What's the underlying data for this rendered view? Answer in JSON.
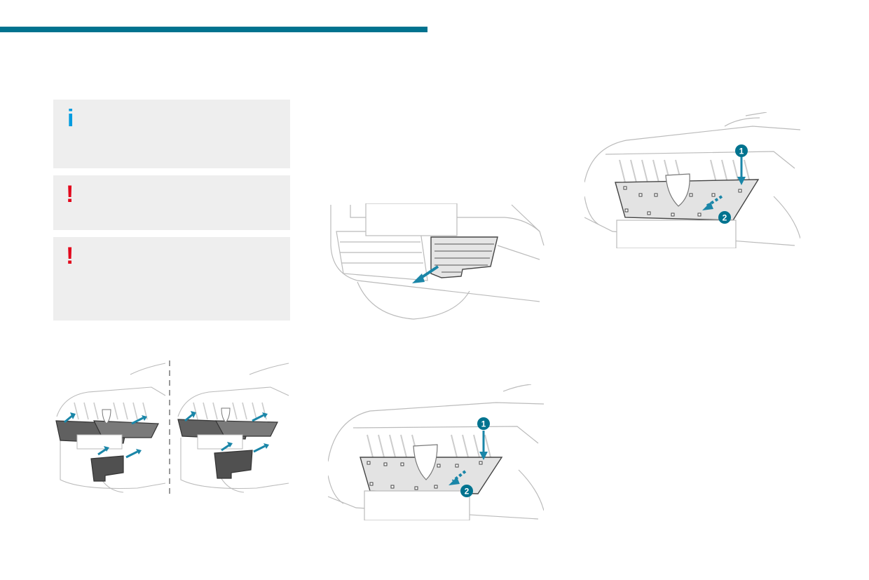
{
  "colors": {
    "accent_bar": "#00738f",
    "info_icon": "#009ce0",
    "warning_icon": "#e2051b",
    "callout": "#00738f",
    "arrow": "#1a86a8",
    "panel_fill": "#d9d9d9",
    "panel_dark": "#555555",
    "line_art": "#bbbbbb",
    "box_bg": "#eeeeee"
  },
  "notes": [
    {
      "icon": "info-icon",
      "symbol": "i",
      "text": ""
    },
    {
      "icon": "warning-icon",
      "symbol": "!",
      "text": ""
    },
    {
      "icon": "warning-icon",
      "symbol": "!",
      "text": ""
    }
  ],
  "figures": {
    "install_variants": {
      "divider": "dashed-vertical"
    },
    "lower_grille_removal": {},
    "upper_panel_step_a": {
      "callouts": [
        "1",
        "2"
      ]
    },
    "upper_panel_step_b": {
      "callouts": [
        "1",
        "2"
      ]
    }
  }
}
